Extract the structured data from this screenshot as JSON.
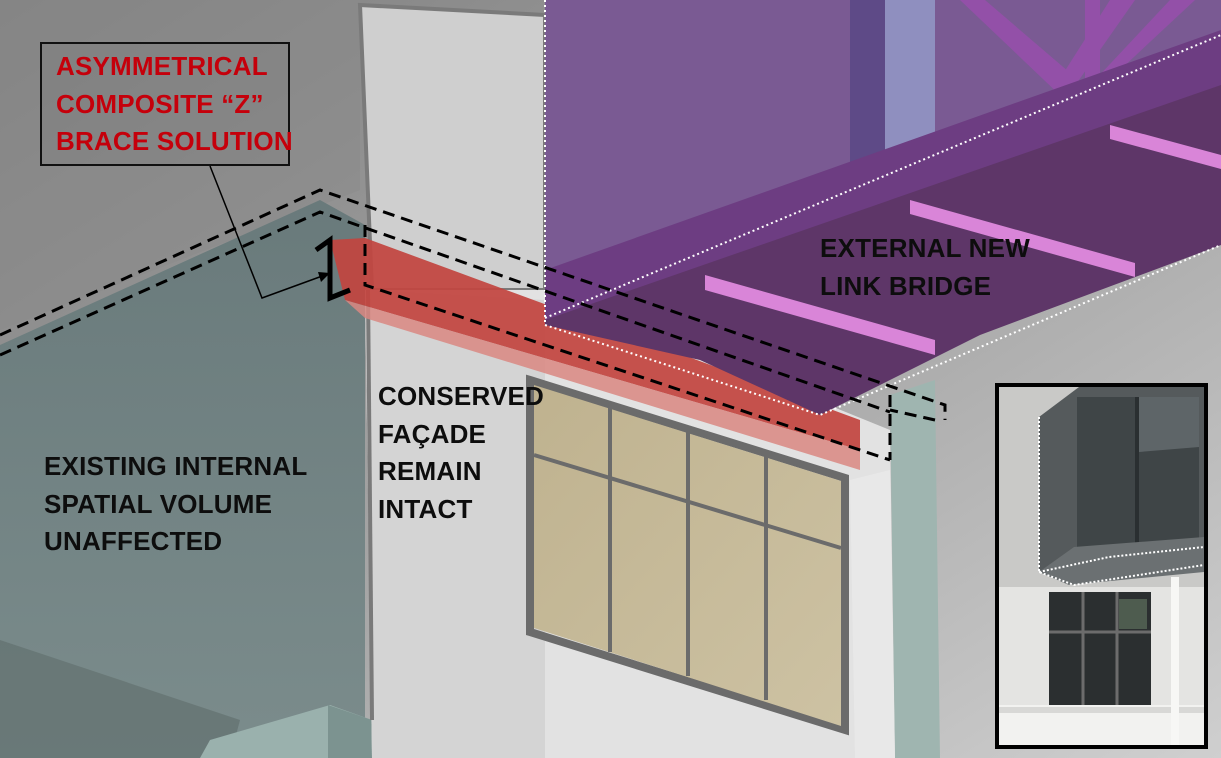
{
  "callout": {
    "lines": [
      "ASYMMETRICAL",
      "COMPOSITE “Z”",
      "BRACE SOLUTION"
    ],
    "color": "#c5000b"
  },
  "labels": {
    "bridge": [
      "EXTERNAL NEW",
      "LINK BRIDGE"
    ],
    "facade": [
      "CONSERVED",
      "FAÇADE",
      "REMAIN",
      "INTACT"
    ],
    "volume": [
      "EXISTING INTERNAL",
      "SPATIAL VOLUME",
      "UNAFFECTED"
    ]
  },
  "colors": {
    "bridge": "#7a5a93",
    "bridge_deck": "#5e3668",
    "bridge_strip": "#d985d8",
    "brace": "#c2443f",
    "wall_volume": "#6f8080",
    "glass": "#c5b896",
    "frame": "#6b6b6b"
  },
  "icons": [
    "arrow-leader",
    "dashed-outline",
    "photo-inset"
  ]
}
